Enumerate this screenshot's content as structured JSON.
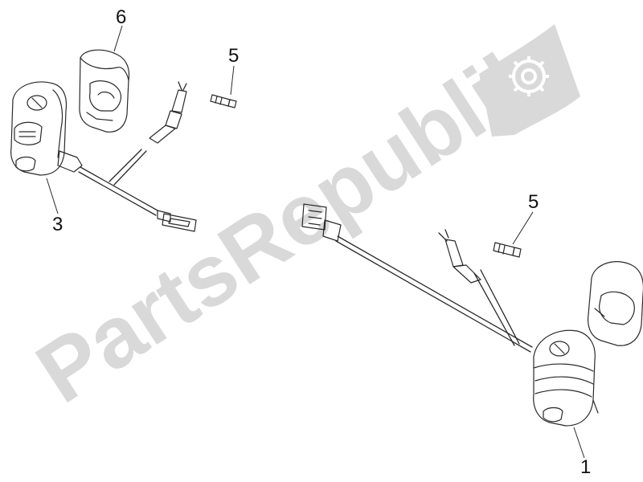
{
  "watermark": {
    "text": "PartsRepublik",
    "color": "#d9d9d9"
  },
  "callouts": [
    {
      "id": "6",
      "label": "6"
    },
    {
      "id": "5a",
      "label": "5"
    },
    {
      "id": "3",
      "label": "3"
    },
    {
      "id": "5b",
      "label": "5"
    },
    {
      "id": "1",
      "label": "1"
    }
  ],
  "colors": {
    "line": "#2a2a2a",
    "part_fill": "#f2f2f2",
    "watermark": "#d9d9d9"
  }
}
